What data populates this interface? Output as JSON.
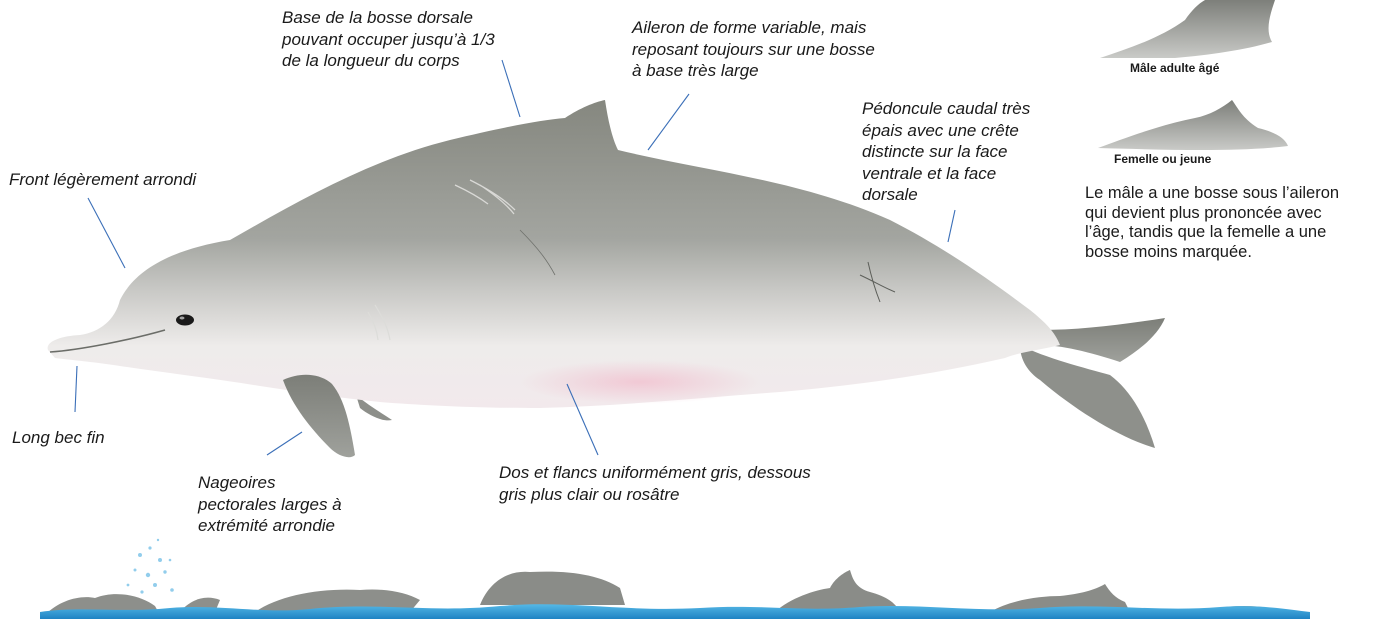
{
  "annotations": {
    "hump_base": "Base de la bosse dorsale\npouvant occuper jusqu’à 1/3\nde la longueur du corps",
    "dorsal_fin": "Aileron de forme variable, mais\nreposant toujours sur une bosse\nà base très large",
    "peduncle": " Pédoncule caudal très\népais avec une crête\ndistincte sur la face\nventrale et la face\ndorsale",
    "forehead": "Front légèrement arrondi",
    "beak": "Long bec fin",
    "flippers": "Nageoires\npectorales larges à\nextrémité arrondie",
    "coloration": "Dos et flancs uniformément gris, dessous\ngris plus clair ou rosâtre"
  },
  "insets": {
    "male_caption": "Mâle adulte âgé",
    "female_caption": "Femelle ou jeune",
    "note": "Le mâle a une bosse sous l’aileron\nqui devient plus prononcée avec\nl’âge, tandis que la femelle a une\nbosse moins marquée."
  },
  "colors": {
    "body_gray": "#9a9c98",
    "belly": "#e9e8e6",
    "pink_blush": "#e9c0cc",
    "leader_line": "#3b6fb8",
    "water": "#2a9ad6"
  }
}
